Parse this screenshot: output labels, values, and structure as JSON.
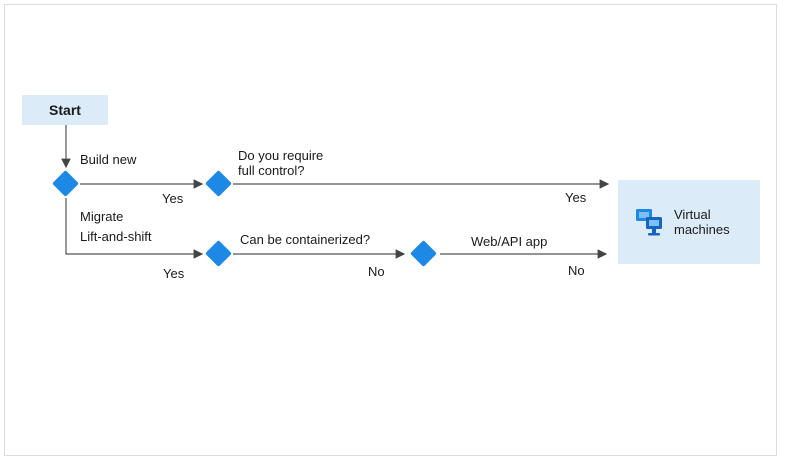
{
  "start": {
    "label": "Start"
  },
  "branches": {
    "build_new": "Build new",
    "migrate": "Migrate",
    "lift_and_shift": "Lift-and-shift"
  },
  "questions": {
    "full_control_line1": "Do you require",
    "full_control_line2": "full control?",
    "containerized": "Can be  containerized?",
    "web_api": "Web/API app"
  },
  "edges": {
    "build_yes": "Yes",
    "control_yes": "Yes",
    "lift_yes": "Yes",
    "container_no": "No",
    "webapi_no": "No"
  },
  "target": {
    "line1": "Virtual",
    "line2": "machines",
    "icon": "virtual-machines-icon"
  },
  "colors": {
    "node_fill": "#dcebf8",
    "diamond": "#1e88e5",
    "line": "#555555"
  }
}
